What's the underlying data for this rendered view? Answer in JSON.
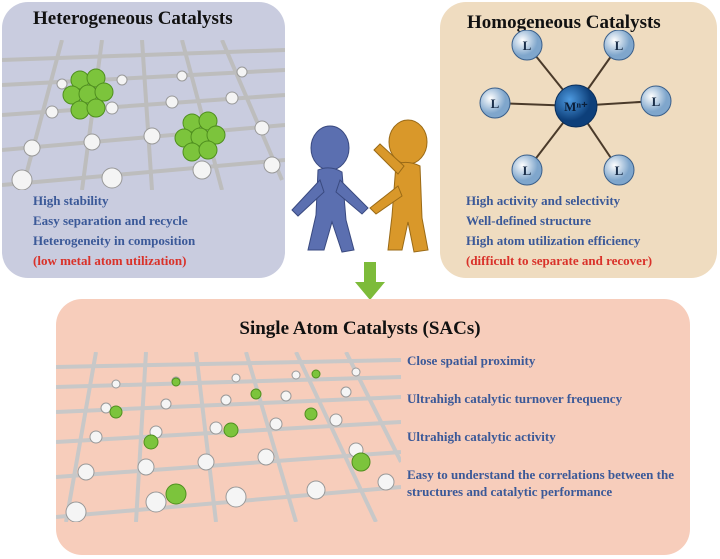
{
  "heterogeneous": {
    "title": "Heterogeneous Catalysts",
    "features": [
      "High stability",
      "Easy separation and recycle",
      "Heterogeneity in composition"
    ],
    "drawback": "(low metal atom utilization)"
  },
  "homogeneous": {
    "title": "Homogeneous Catalysts",
    "center_label": "Mⁿ⁺",
    "ligand_label": "L",
    "features": [
      "High activity and selectivity",
      "Well-defined structure",
      "High atom utilization efficiency"
    ],
    "drawback": "(difficult to separate and recover)"
  },
  "sac": {
    "title": "Single Atom Catalysts (SACs)",
    "features": [
      "Close spatial proximity",
      "Ultrahigh catalytic turnover frequency",
      "Ultrahigh catalytic activity",
      "Easy to understand the correlations between the structures and catalytic performance"
    ]
  },
  "colors": {
    "text_blue": "#3b5998",
    "text_red": "#d9322a",
    "arrow": "#7dbb3a",
    "metal": "#1a5fa8",
    "cluster": "#7cc43c"
  }
}
